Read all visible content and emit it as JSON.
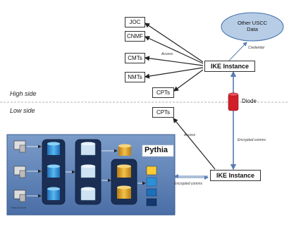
{
  "boxes": {
    "joc": "JOC",
    "cnmf": "CNMF",
    "cmts": "CMTs",
    "nmts": "NMTs",
    "cpts_high": "CPTs",
    "cpts_low": "CPTs"
  },
  "ike_top": "IKE Instance",
  "ike_bottom": "IKE Instance",
  "other_usc_data": "Other USCC Data",
  "labels": {
    "high_side": "High side",
    "low_side": "Low side",
    "diode": "Diode",
    "access_top": "Access",
    "access_low": "Access",
    "credential": "Credential",
    "encrypted_comms_right": "Encrypted comms",
    "encrypted_comms_bottom": "Encrypted comms"
  },
  "pipeline": {
    "pythia": "Pythia",
    "data_sources": "Data Sources"
  },
  "colors": {
    "ellipse_fill": "#b7cde6",
    "ellipse_stroke": "#3f6fa8",
    "pipeline_panel": "#5b7fb5",
    "diode": "#d11f2a",
    "arrow_blue": "#5a7fb0",
    "cylinder_blue": "#2d8fd6",
    "cylinder_gold": "#e0a21d"
  }
}
